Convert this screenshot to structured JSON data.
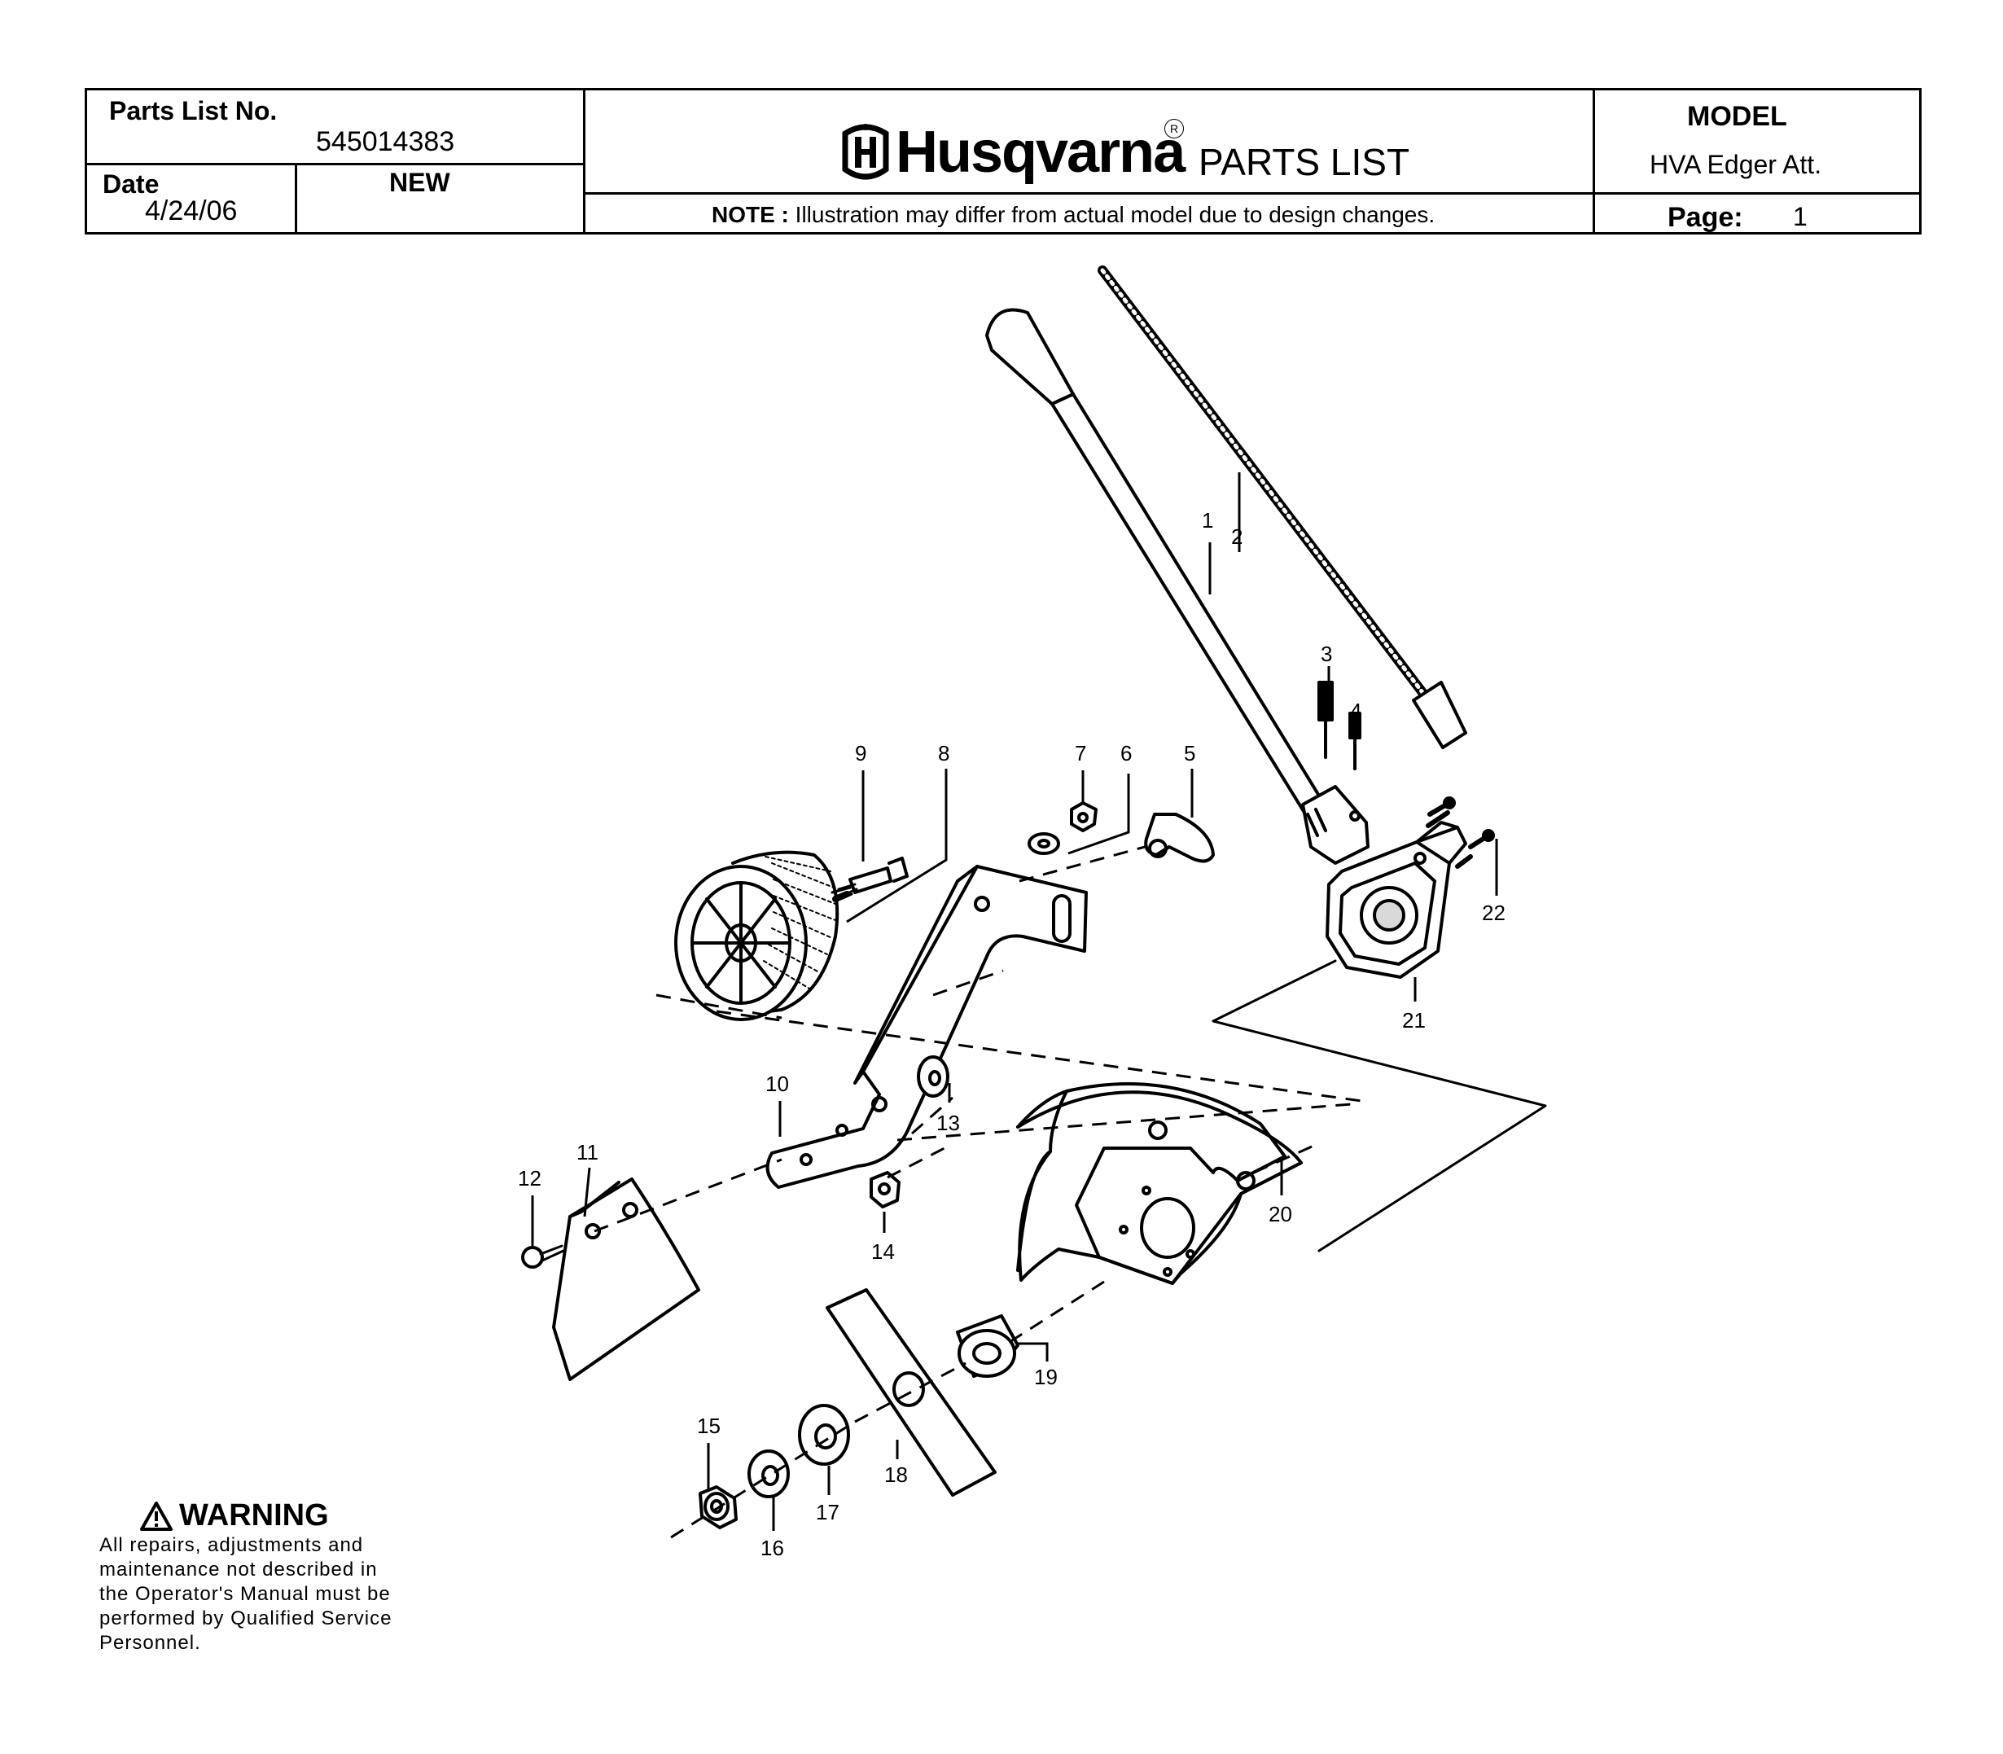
{
  "header": {
    "parts_list_label": "Parts List No.",
    "parts_list_number": "545014383",
    "date_label": "Date",
    "date_value": "4/24/06",
    "status": "NEW",
    "brand": "Husqvarna",
    "registered": "R",
    "doc_title": "PARTS LIST",
    "model_label": "MODEL",
    "model_value": "HVA Edger Att.",
    "note_label": "NOTE :",
    "note_text": "Illustration may differ from actual model due to design changes.",
    "page_label": "Page:",
    "page_value": "1"
  },
  "warning": {
    "title": "WARNING",
    "text": "All repairs, adjustments and\nmaintenance not described in\nthe Operator's Manual must be\nperformed by Qualified Service\nPersonnel."
  },
  "callouts": [
    "1",
    "2",
    "3",
    "4",
    "5",
    "6",
    "7",
    "8",
    "9",
    "10",
    "11",
    "12",
    "13",
    "14",
    "15",
    "16",
    "17",
    "18",
    "19",
    "20",
    "21",
    "22"
  ]
}
